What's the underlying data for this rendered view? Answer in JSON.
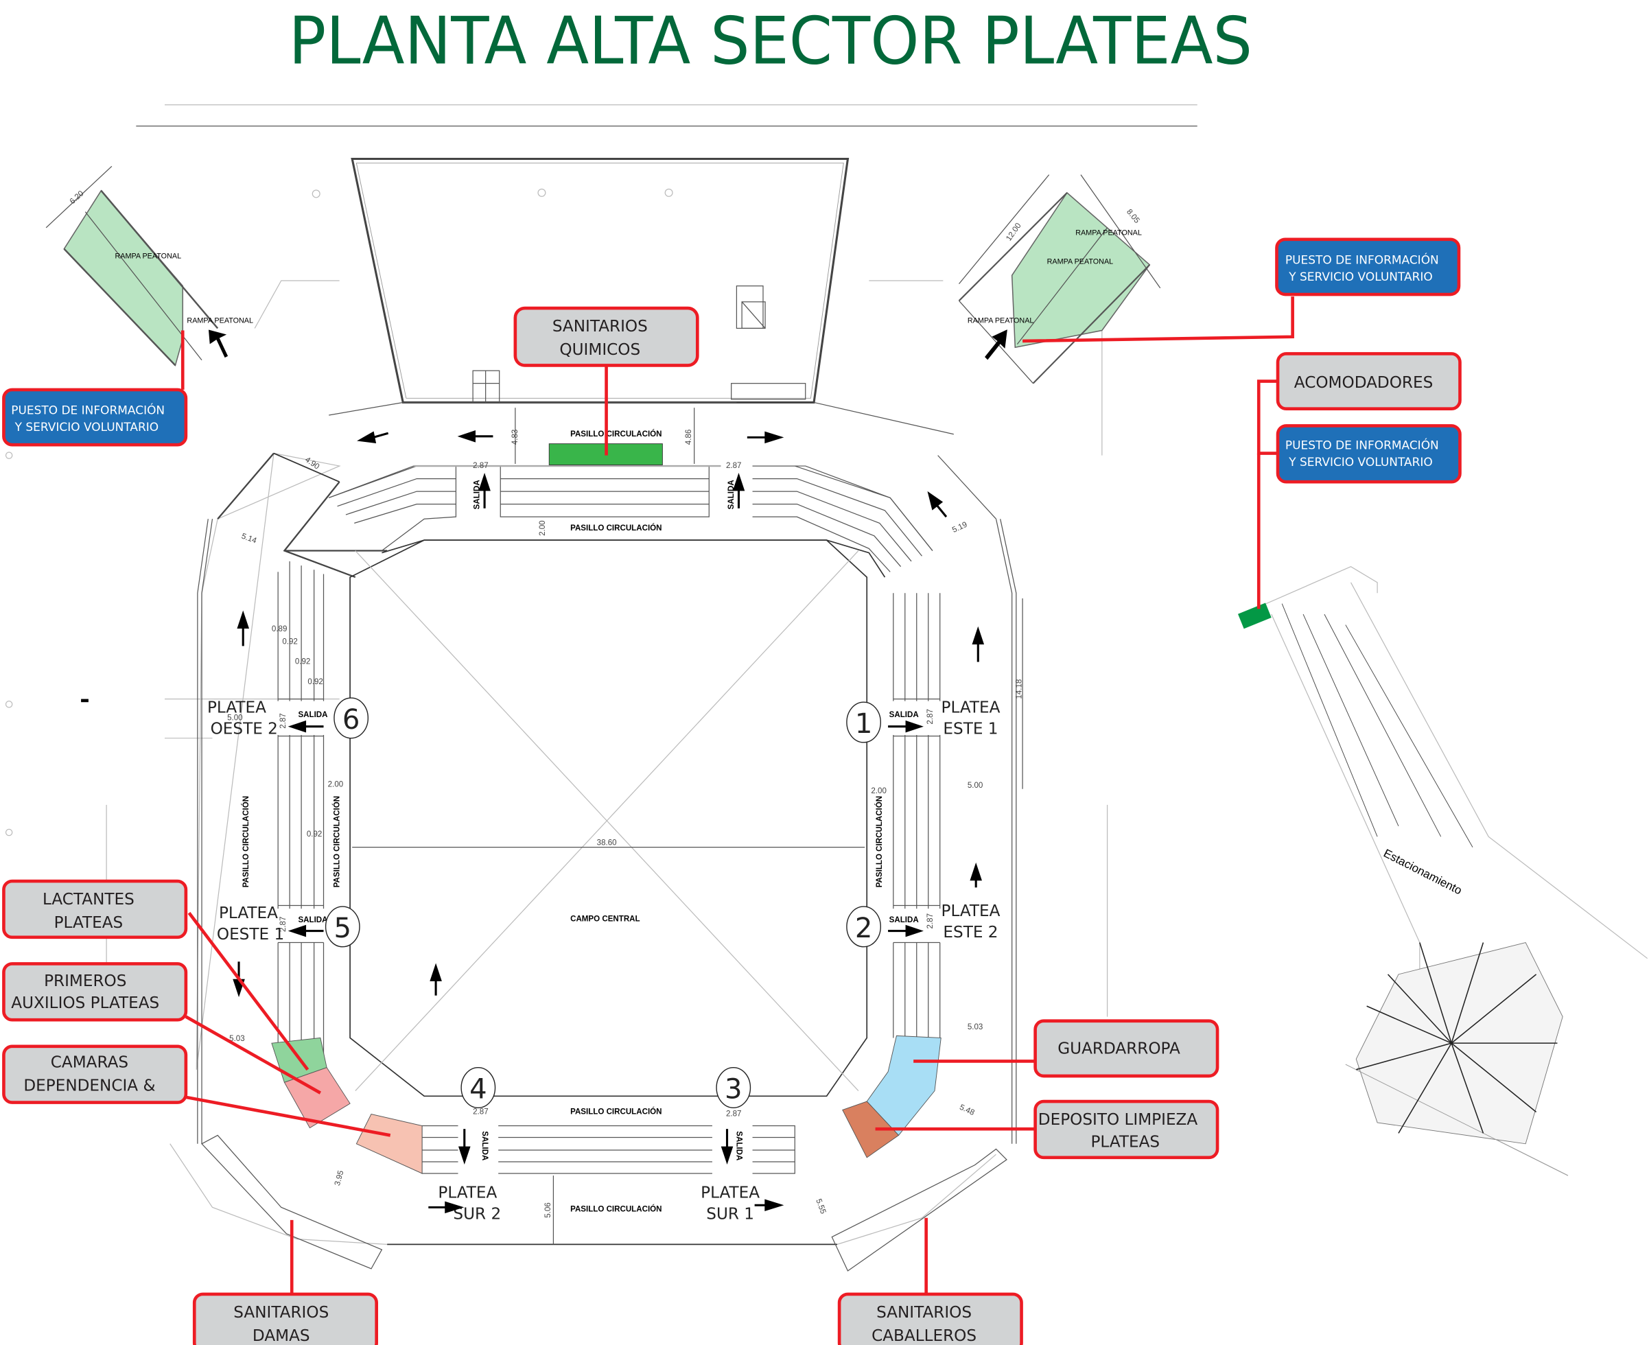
{
  "title": "PLANTA ALTA SECTOR PLATEAS",
  "colors": {
    "title_green": "#03683a",
    "callout_border": "#ed1c24",
    "callout_gray": "#d1d3d4",
    "callout_blue": "#1f70b8",
    "ramp_green": "#b9e4c2",
    "marker_green": "#39b54a",
    "lactantes_green": "#8fd49c",
    "primeros_auxilios_pink": "#f5a7a7",
    "camaras_salmon": "#f7c2b2",
    "guardarropa_blue": "#a8def5",
    "deposito_brown": "#d9805f"
  },
  "callouts": {
    "sanitarios_quimicos": [
      "SANITARIOS",
      "QUIMICOS"
    ],
    "info_left": [
      "PUESTO DE INFORMACIÓN",
      " Y SERVICIO VOLUNTARIO"
    ],
    "info_right_top": [
      "PUESTO DE INFORMACIÓN",
      " Y SERVICIO VOLUNTARIO"
    ],
    "acomodadores": [
      "ACOMODADORES"
    ],
    "info_right_parking": [
      "PUESTO DE INFORMACIÓN",
      " Y SERVICIO VOLUNTARIO"
    ],
    "lactantes": [
      "LACTANTES",
      "PLATEAS"
    ],
    "primeros_auxilios": [
      "PRIMEROS",
      "AUXILIOS PLATEAS"
    ],
    "camaras": [
      "CAMARAS",
      "DEPENDENCIA &"
    ],
    "guardarropa": [
      "GUARDARROPA"
    ],
    "deposito_limpieza": [
      "DEPOSITO LIMPIEZA",
      "PLATEAS"
    ],
    "sanitarios_damas": [
      "SANITARIOS",
      "DAMAS"
    ],
    "sanitarios_caballeros": [
      "SANITARIOS",
      "CABALLEROS"
    ]
  },
  "sectors": {
    "oeste2": [
      "PLATEA",
      "OESTE 2"
    ],
    "oeste1": [
      "PLATEA",
      "OESTE 1"
    ],
    "este1": [
      "PLATEA",
      "ESTE 1"
    ],
    "este2": [
      "PLATEA",
      "ESTE 2"
    ],
    "sur2": [
      "PLATEA",
      "SUR 2"
    ],
    "sur1": [
      "PLATEA",
      "SUR 1"
    ]
  },
  "exits": [
    "1",
    "2",
    "3",
    "4",
    "5",
    "6"
  ],
  "labels": {
    "rampa": "RAMPA PEATONAL",
    "pasillo": "PASILLO CIRCULACIÓN",
    "salida": "SALIDA",
    "campo": "CAMPO CENTRAL",
    "estacionamiento": "Estacionamiento"
  },
  "dimensions": {
    "ramp_left": "6.20",
    "ramp_right_a": "12.00",
    "ramp_right_b": "8.05",
    "top_left_h": "4.83",
    "top_right_h": "4.86",
    "gap": "2.87",
    "pasillo_top": "2.00",
    "nw_a": "4.90",
    "nw_b": "5.14",
    "ne": "5.19",
    "row1": "0.89",
    "row2": "0.92",
    "west_width": "5.00",
    "east_width": "5.00",
    "east_len": "14.18",
    "pasillo_side": "2.00",
    "field_width": "38.60",
    "sw": "5.03",
    "se": "5.03",
    "se_diag": "5.48",
    "sur_left": "3.95",
    "sur_mid": "5.06",
    "sur_right": "5.55"
  }
}
